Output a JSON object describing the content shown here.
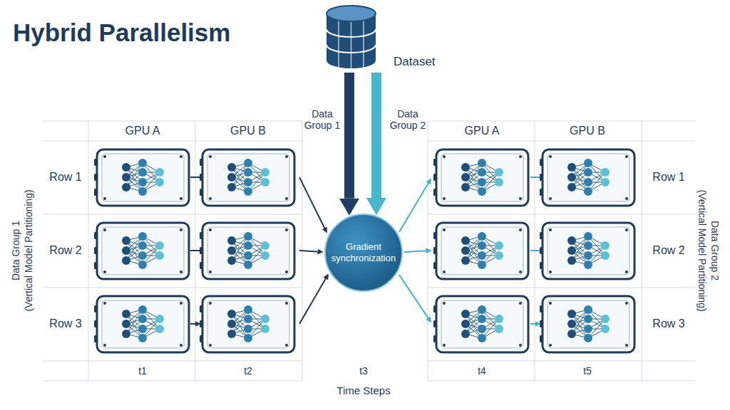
{
  "diagram": {
    "title": "Hybrid Parallelism",
    "nodes": [
      {
        "text": [
          "Dataset"
        ]
      },
      {
        "text": [
          "Gradient synchronization"
        ]
      }
    ],
    "edges": [
      {
        "from": 0,
        "to": 1,
        "arrow": "to",
        "label": "Data Group 1"
      },
      {
        "from": 0,
        "to": 1,
        "arrow": "to",
        "label": "Data Group 2"
      }
    ],
    "labels": [
      "GPU A",
      "GPU B",
      "GPU A",
      "GPU B",
      "Row 1",
      "Row 2",
      "Row 3",
      "Row 1",
      "Row 2",
      "Row 3",
      "Data Group 1",
      "(Vertical Model Partitioning)",
      "Data Group 2",
      "(Vertical Model Partitioning)",
      "t1",
      "t2",
      "t3",
      "t4",
      "t5",
      "Time Steps"
    ]
  }
}
